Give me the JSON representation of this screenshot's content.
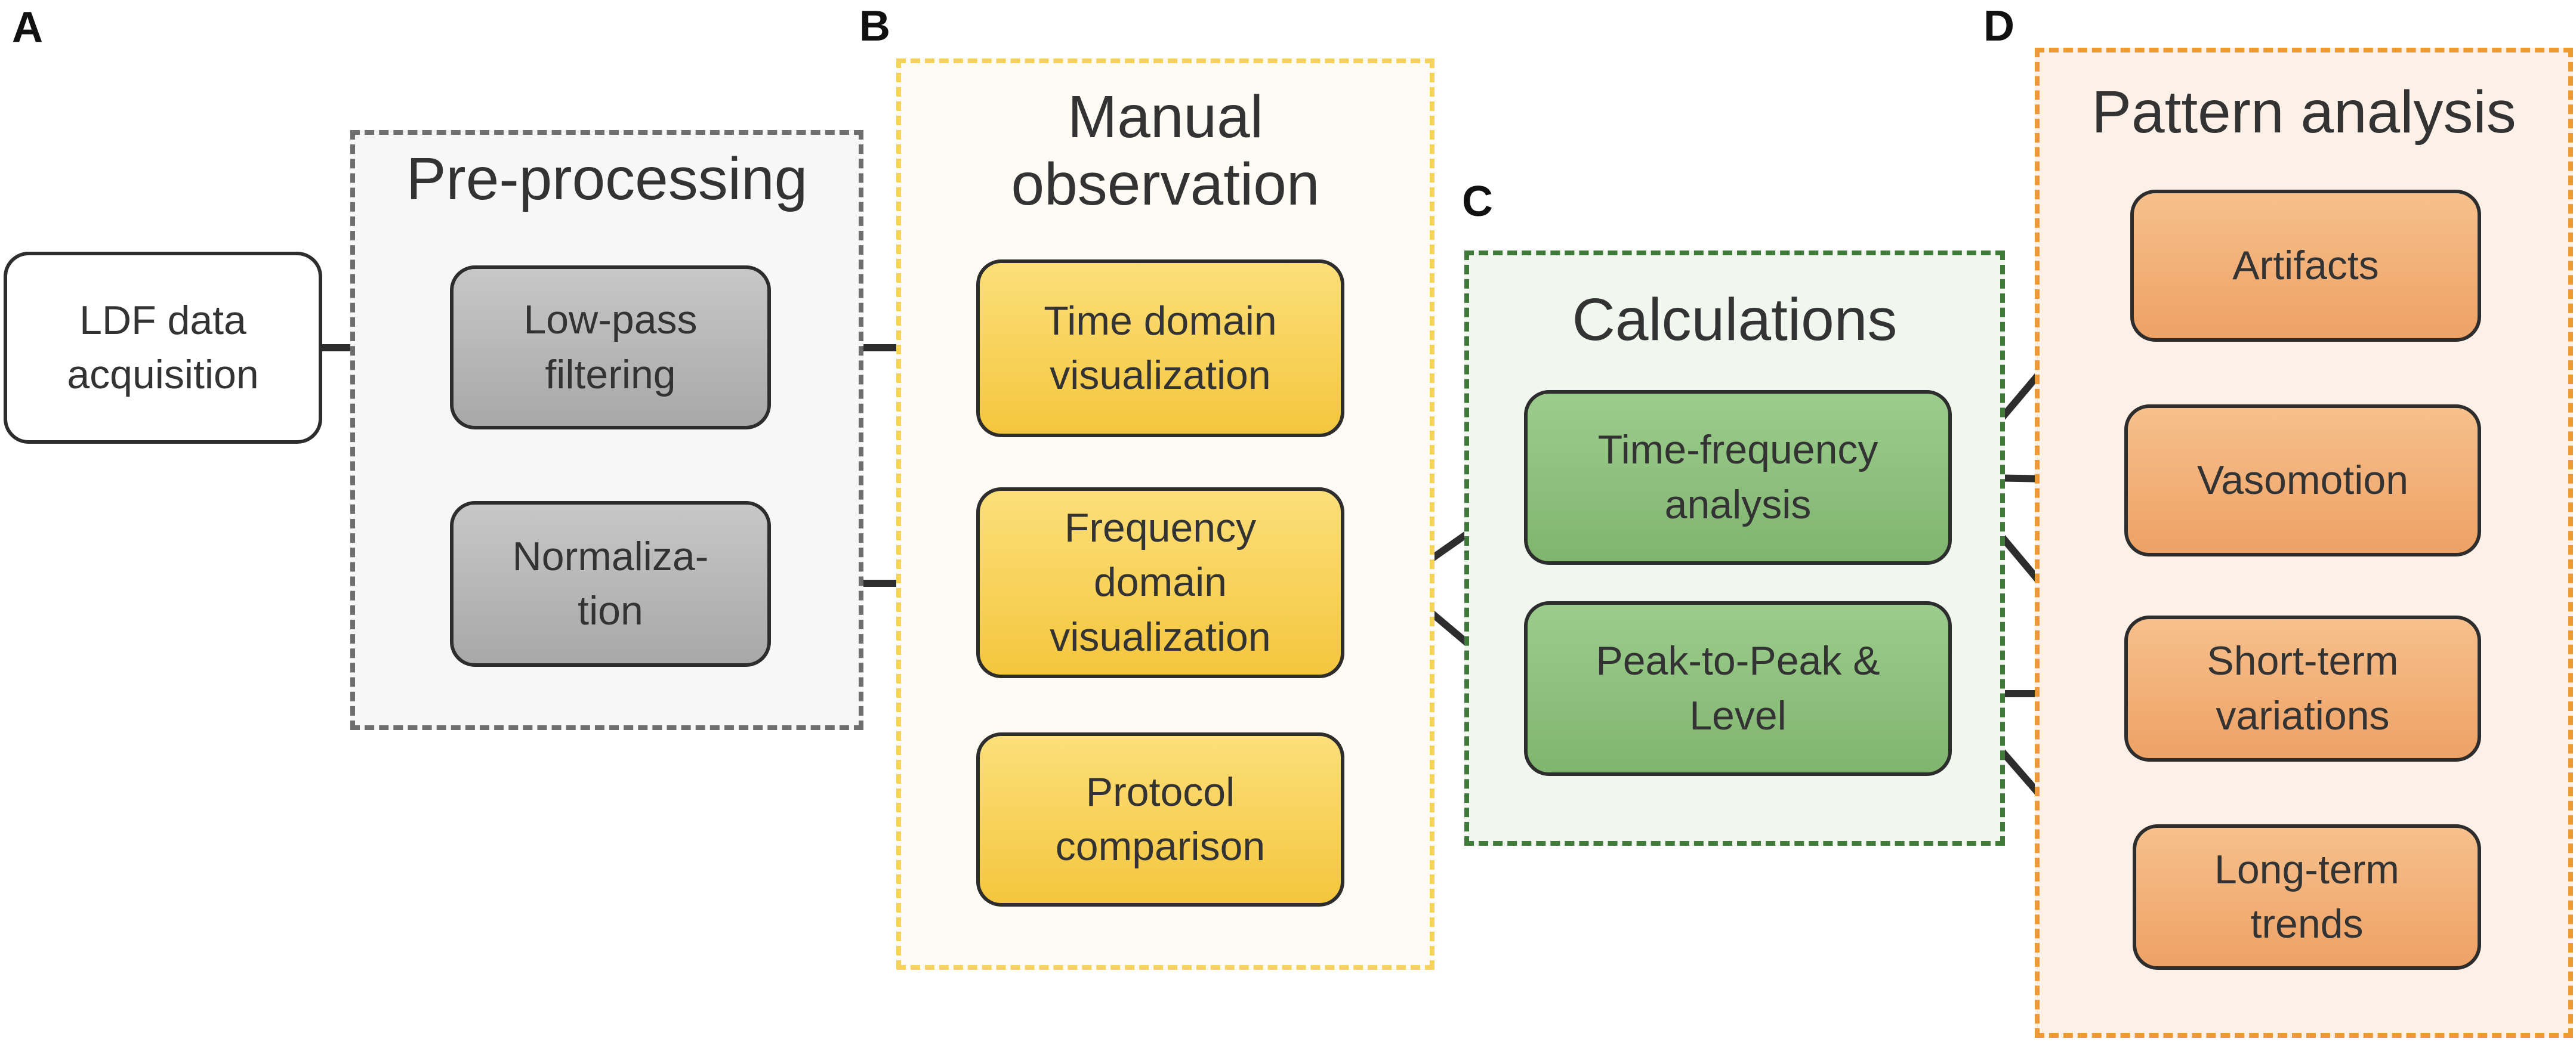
{
  "panels": {
    "a": "A",
    "b": "B",
    "c": "C",
    "d": "D"
  },
  "groups": {
    "preprocessing": {
      "title": "Pre-processing",
      "border_color": "#6e6e6e",
      "fill_color": "#f7f7f7"
    },
    "manual_observation": {
      "title": "Manual\nobservation",
      "border_color": "#f5d35a",
      "fill_color": "#fdfbf4"
    },
    "calculations": {
      "title": "Calculations",
      "border_color": "#3f7a3a",
      "fill_color": "#f1f7ef"
    },
    "pattern_analysis": {
      "title": "Pattern analysis",
      "border_color": "#ee9a33",
      "fill_color": "#fdf1e7"
    }
  },
  "boxes": {
    "ldf_acquisition": "LDF data\nacquisition",
    "lowpass_filtering": "Low-pass\nfiltering",
    "normalization": "Normaliza-\ntion",
    "time_domain": "Time domain\nvisualization",
    "frequency_domain": "Frequency\ndomain\nvisualization",
    "protocol_comparison": "Protocol\ncomparison",
    "time_frequency": "Time-frequency\nanalysis",
    "peak_to_peak": "Peak-to-Peak &\nLevel",
    "artifacts": "Artifacts",
    "vasomotion": "Vasomotion",
    "short_term": "Short-term\nvariations",
    "long_term": "Long-term\ntrends"
  },
  "colors": {
    "arrow": "#2d2d2d",
    "gray_box": "#b5b5b5",
    "yellow_box": "#f6cf52",
    "green_box": "#8bbf7b",
    "orange_box": "#f1ac73"
  }
}
